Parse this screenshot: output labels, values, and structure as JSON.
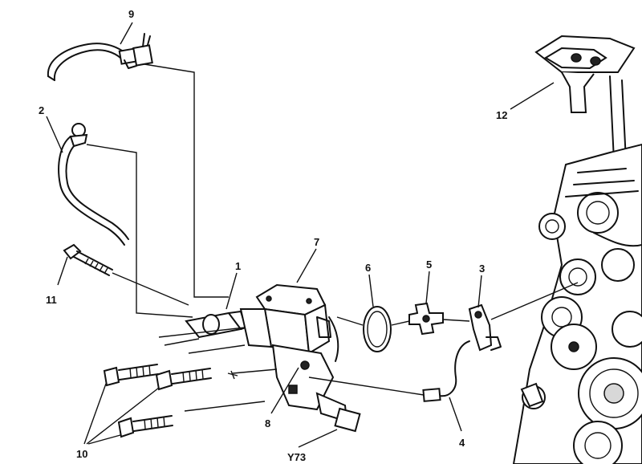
{
  "callouts": {
    "c1": "1",
    "c2": "2",
    "c3": "3",
    "c4": "4",
    "c5": "5",
    "c6": "6",
    "c7": "7",
    "c8": "8",
    "c9": "9",
    "c10": "10",
    "c11": "11",
    "c12": "12",
    "y73": "Y73"
  }
}
